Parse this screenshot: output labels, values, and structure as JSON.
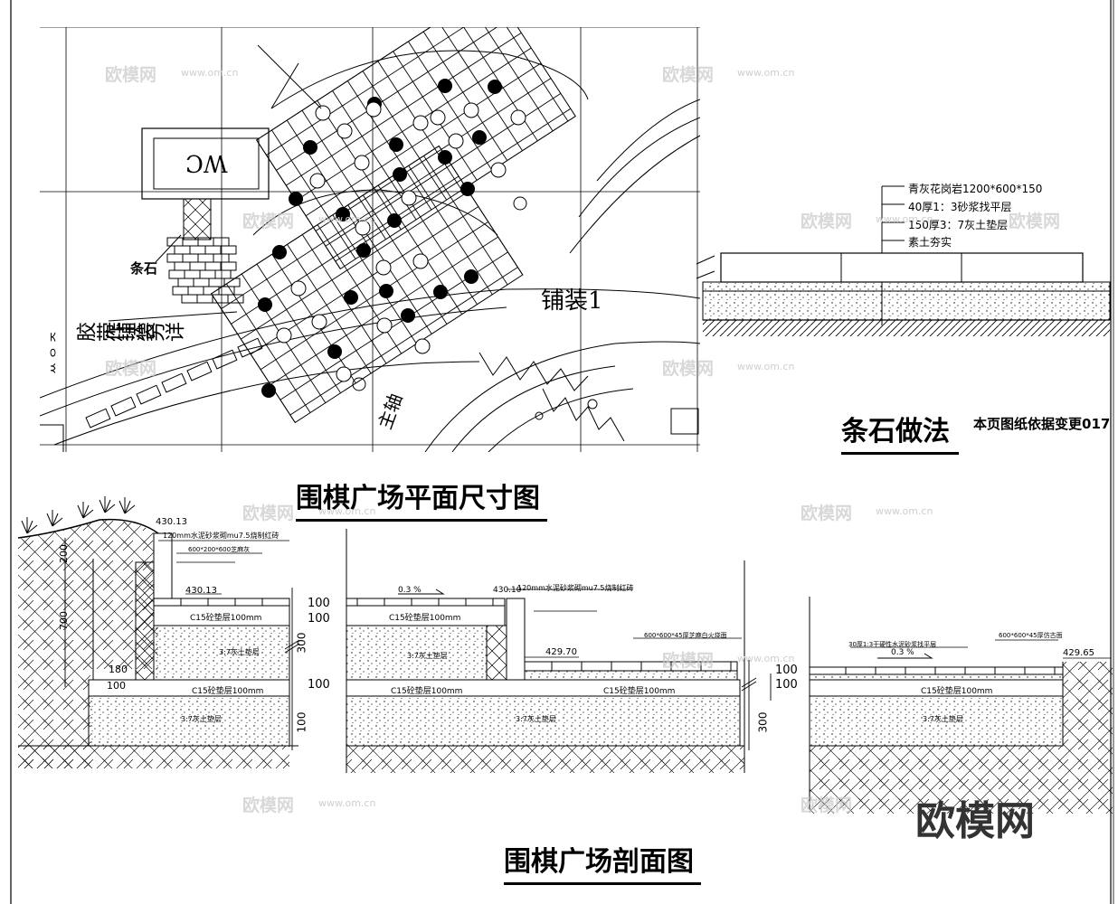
{
  "titles": {
    "plan": "围棋广场平面尺寸图",
    "section": "围棋广场剖面图",
    "strip": "条石做法",
    "note": "本页图纸依据变更017"
  },
  "plan_labels": {
    "wc": "WC",
    "paving1": "铺装1",
    "rubber_paving_line1": "胶带铺装",
    "rubber_paving_line2": "作法另详",
    "strip_stone": "条石",
    "bottom_text": "主轴",
    "left_text": "ᄊ ᄋ ᄌ"
  },
  "strip_detail": {
    "layers": [
      "青灰花岗岩1200*600*150",
      "40厚1：3砂浆找平层",
      "150厚3：7灰土垫层",
      "素土夯实"
    ]
  },
  "section": {
    "elevations": [
      "430.13",
      "430.13",
      "430.10",
      "429.70",
      "429.65"
    ],
    "dims": [
      "200",
      "700",
      "180",
      "100",
      "100",
      "100",
      "300",
      "100",
      "100",
      "300",
      "100",
      "100"
    ],
    "c15_label": "C15砼垫层100mm",
    "lime_label": "3:7灰土垫层",
    "slope": "0.3 %",
    "brick_note": "120mm水泥砂浆砌mu7.5烧制红砖",
    "wall_note": "600*200*600芝麻灰",
    "paving_note": "600*600*45厚芝麻白火烧面",
    "bed_note": "30厚1:3干硬性水泥砂浆找平层",
    "paving_note2": "600*600*45厚仿古面"
  },
  "watermarks": {
    "text": "欧模网",
    "domain": "www.om.cn",
    "brand": "欧模网"
  }
}
